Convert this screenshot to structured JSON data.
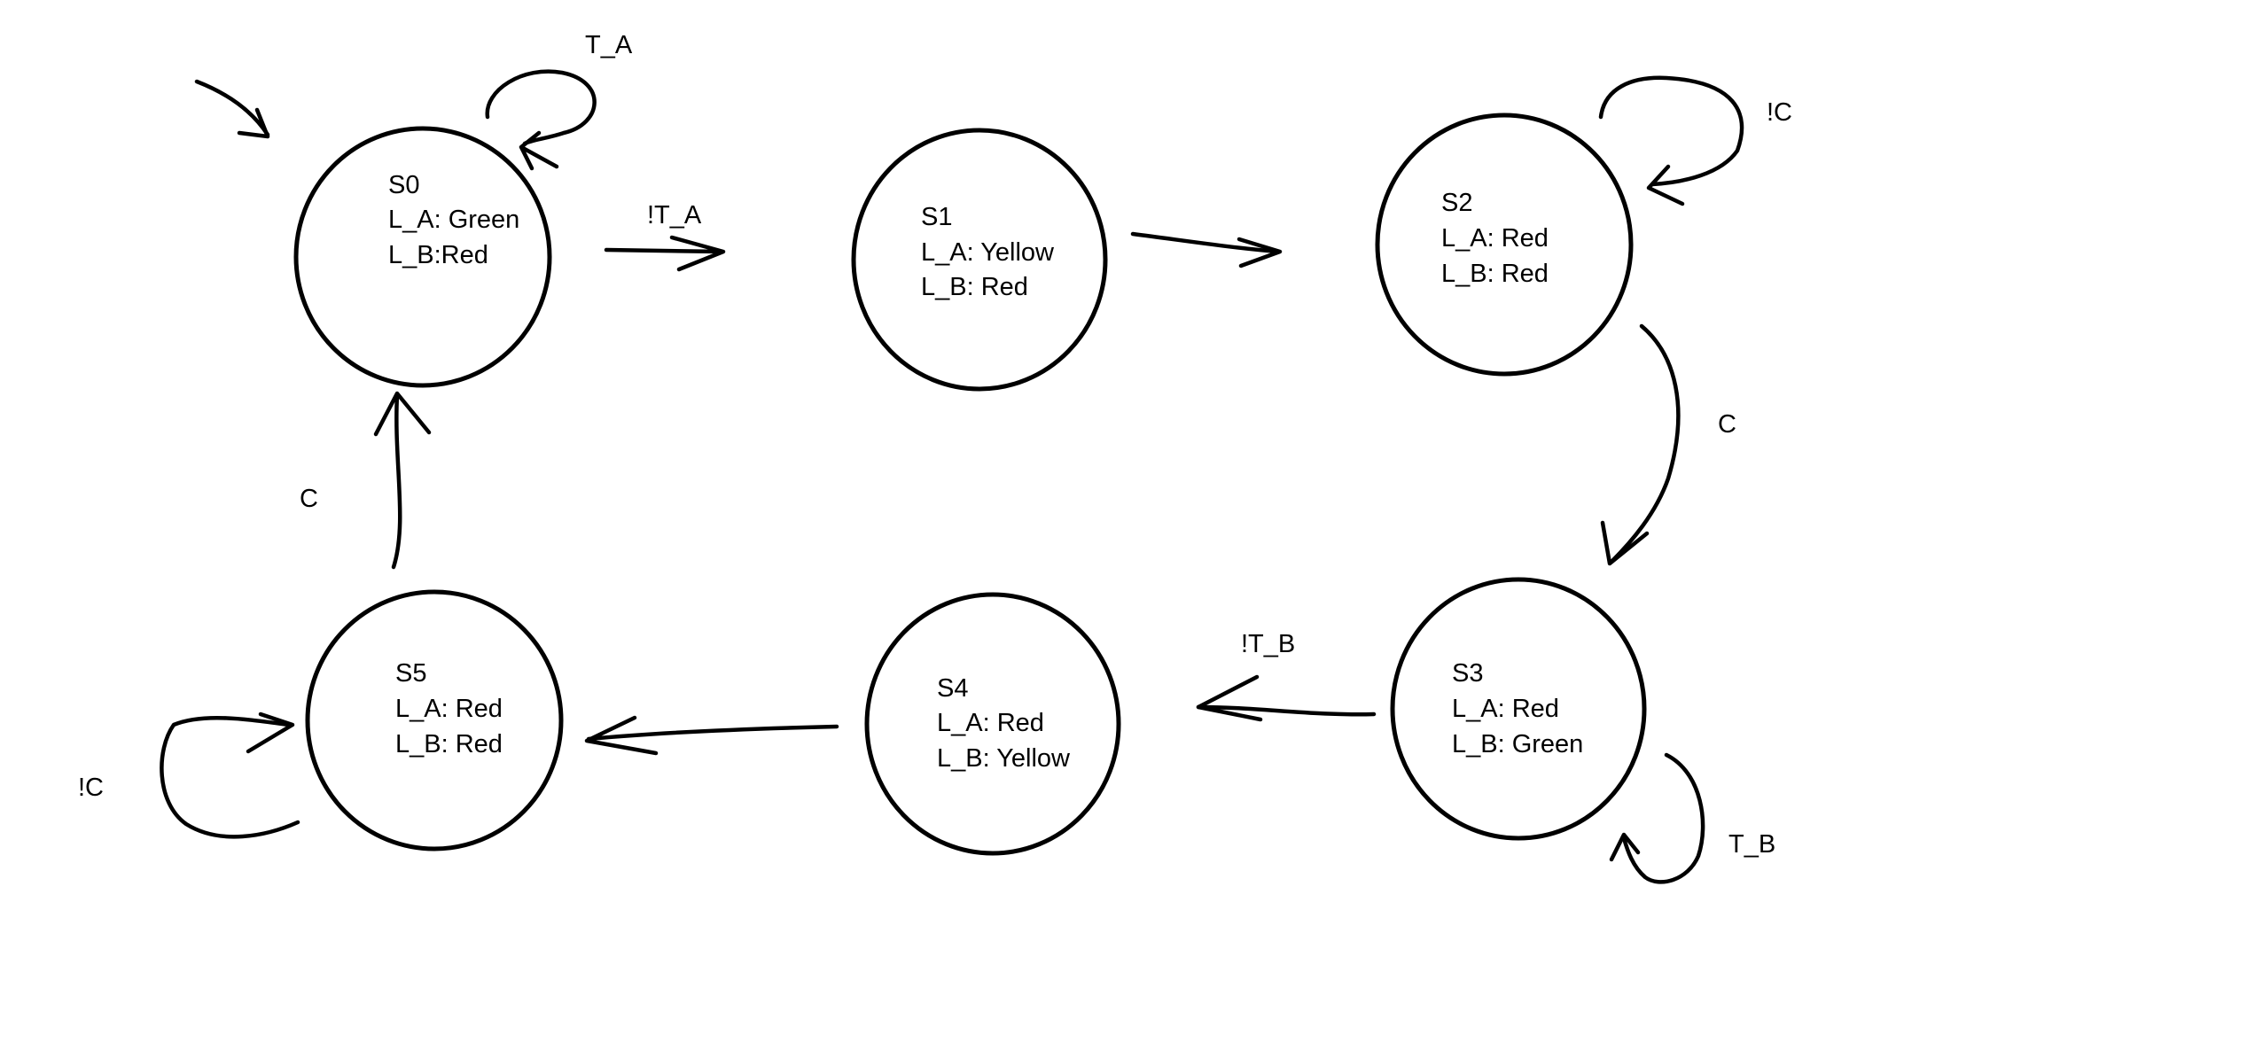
{
  "states": [
    {
      "id": "S0",
      "lines": [
        "L_A: Green",
        "L_B:Red"
      ]
    },
    {
      "id": "S1",
      "lines": [
        "L_A: Yellow",
        "L_B: Red"
      ]
    },
    {
      "id": "S2",
      "lines": [
        "L_A: Red",
        "L_B: Red"
      ]
    },
    {
      "id": "S3",
      "lines": [
        "L_A: Red",
        "L_B: Green"
      ]
    },
    {
      "id": "S4",
      "lines": [
        "L_A: Red",
        "L_B: Yellow"
      ]
    },
    {
      "id": "S5",
      "lines": [
        "L_A: Red",
        "L_B: Red"
      ]
    }
  ],
  "transitions": [
    {
      "from": "",
      "to": "S0",
      "label": ""
    },
    {
      "from": "S0",
      "to": "S0",
      "label": "T_A"
    },
    {
      "from": "S0",
      "to": "S1",
      "label": "!T_A"
    },
    {
      "from": "S1",
      "to": "S2",
      "label": ""
    },
    {
      "from": "S2",
      "to": "S2",
      "label": "!C"
    },
    {
      "from": "S2",
      "to": "S3",
      "label": "C"
    },
    {
      "from": "S3",
      "to": "S3",
      "label": "T_B"
    },
    {
      "from": "S3",
      "to": "S4",
      "label": "!T_B"
    },
    {
      "from": "S4",
      "to": "S5",
      "label": ""
    },
    {
      "from": "S5",
      "to": "S5",
      "label": "!C"
    },
    {
      "from": "S5",
      "to": "S0",
      "label": "C"
    }
  ]
}
